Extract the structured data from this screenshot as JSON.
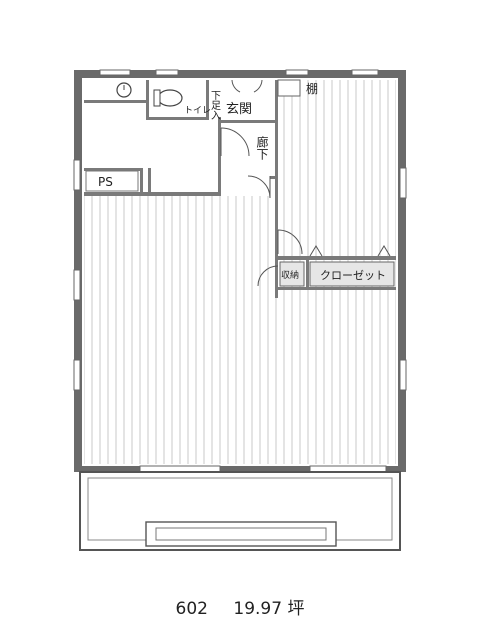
{
  "rooms": {
    "toilet": "トイレ",
    "shoe_storage": "下足入",
    "entrance": "玄関",
    "hallway": "廊下",
    "shelf": "棚",
    "pipe_space": "PS",
    "storage": "収納",
    "closet": "クローゼット"
  },
  "caption": {
    "unit": "602",
    "area_value": "19.97",
    "area_unit": "坪"
  },
  "colors": {
    "wall": "#555555",
    "wall_light": "#8a8a8a",
    "flooring_line": "#c8c8c8",
    "room_fill": "#ffffff",
    "label_box": "#e6e6e6"
  }
}
